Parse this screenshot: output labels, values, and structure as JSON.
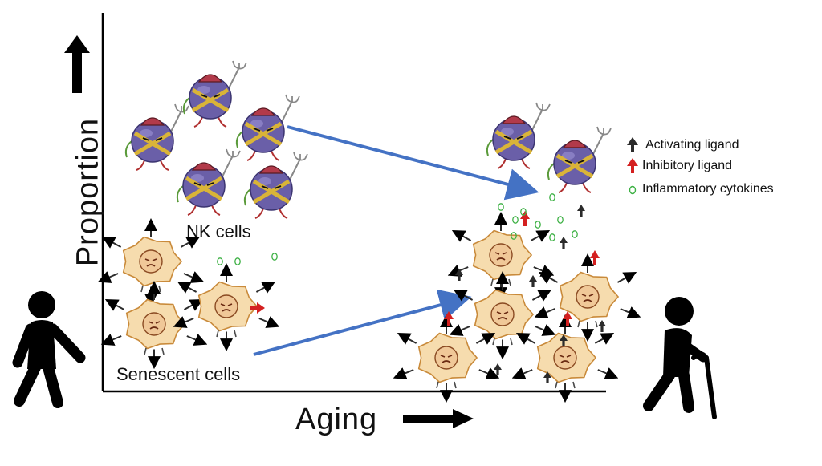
{
  "axes": {
    "y_label": "Proportion",
    "x_label": "Aging"
  },
  "labels": {
    "nk_cells": "NK cells",
    "senescent_cells": "Senescent cells"
  },
  "legend": {
    "activating": "Activating ligand",
    "inhibitory": "Inhibitory ligand",
    "cytokines": "Inflammatory cytokines"
  },
  "colors": {
    "activating_ligand": "#2b2b2b",
    "inhibitory_ligand": "#d42020",
    "cytokine": "#3cb043",
    "trend_arrow": "#4472c4",
    "nk_cell_body": "#6a5fa8",
    "senescent_cell_body": "#f6dcae",
    "senescent_cell_outline": "#c98a3a"
  }
}
